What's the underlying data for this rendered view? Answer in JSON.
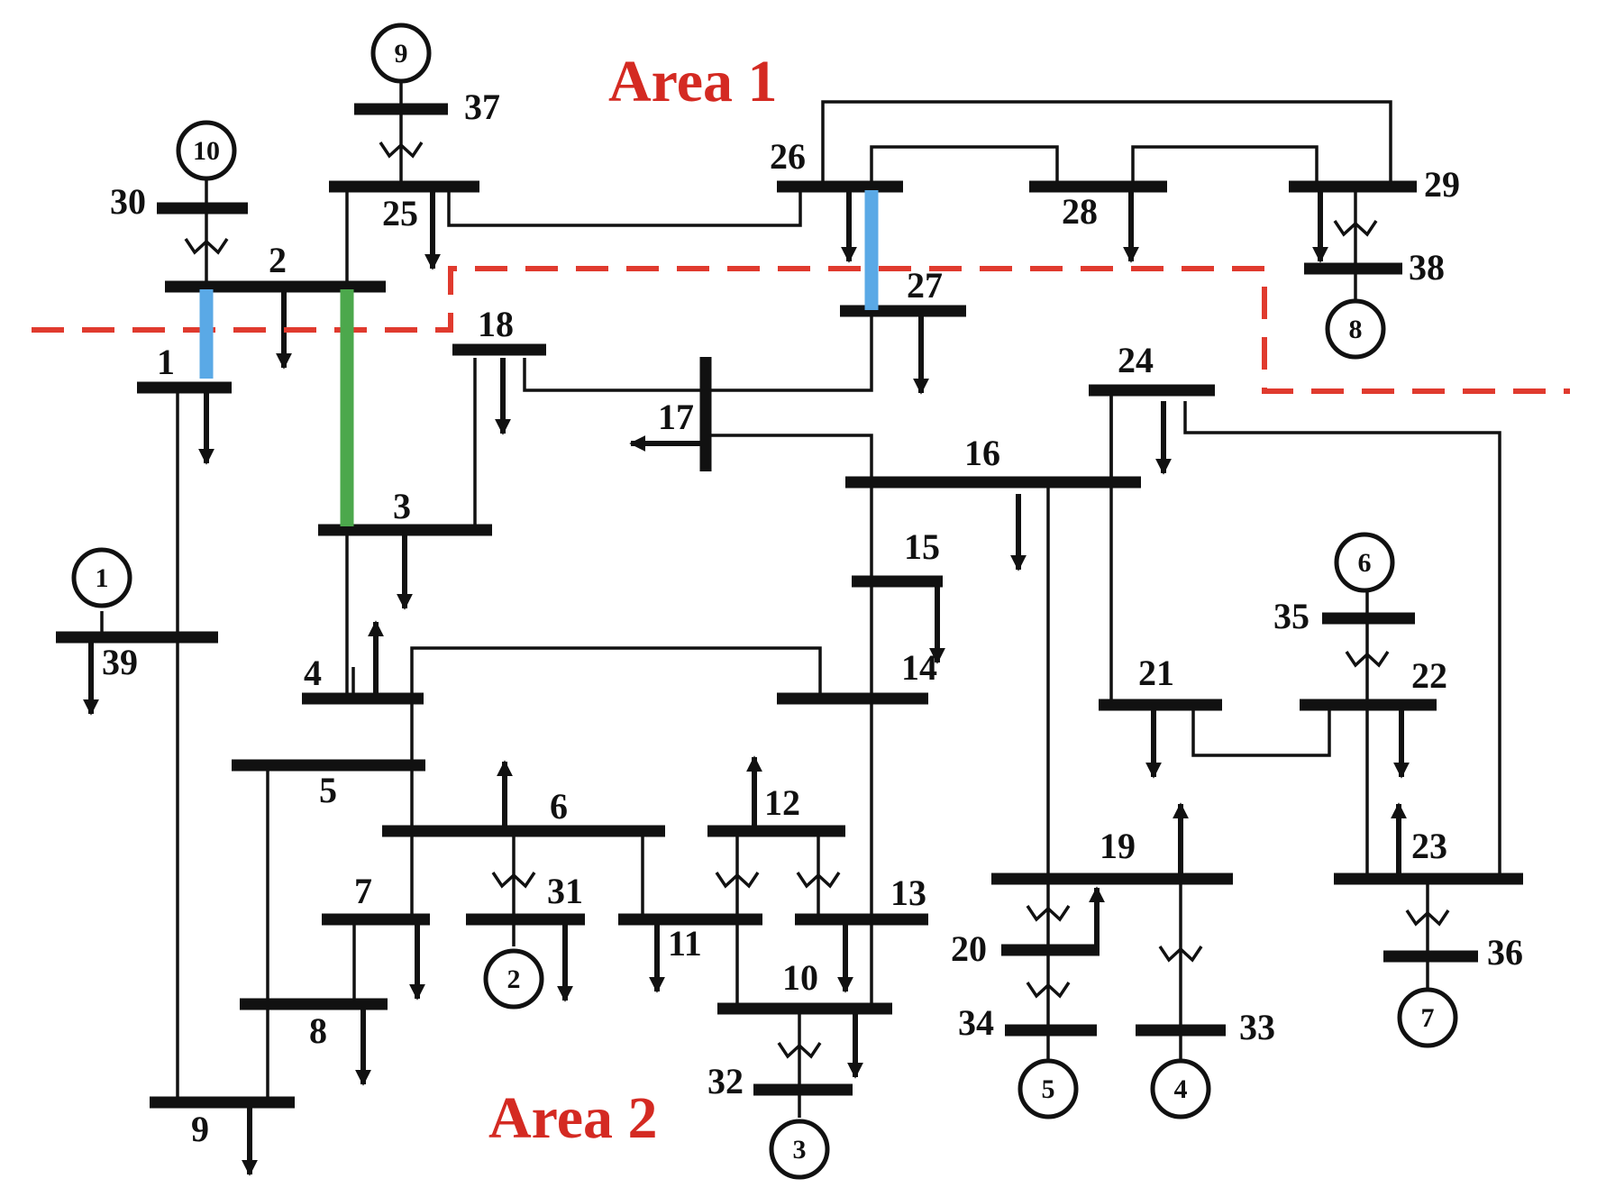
{
  "areas": [
    {
      "label": "Area 1",
      "color": "#d42a22"
    },
    {
      "label": "Area 2",
      "color": "#d42a22"
    }
  ],
  "boundary_color": "#e03a2e",
  "tie_line_colors": {
    "blue": "#5aa9e6",
    "green": "#4ca84c"
  },
  "buses": [
    "1",
    "2",
    "3",
    "4",
    "5",
    "6",
    "7",
    "8",
    "9",
    "10",
    "11",
    "12",
    "13",
    "14",
    "15",
    "16",
    "17",
    "18",
    "19",
    "20",
    "21",
    "22",
    "23",
    "24",
    "25",
    "26",
    "27",
    "28",
    "29",
    "30",
    "31",
    "32",
    "33",
    "34",
    "35",
    "36",
    "37",
    "38",
    "39"
  ],
  "generators": [
    "1",
    "2",
    "3",
    "4",
    "5",
    "6",
    "7",
    "8",
    "9",
    "10"
  ]
}
